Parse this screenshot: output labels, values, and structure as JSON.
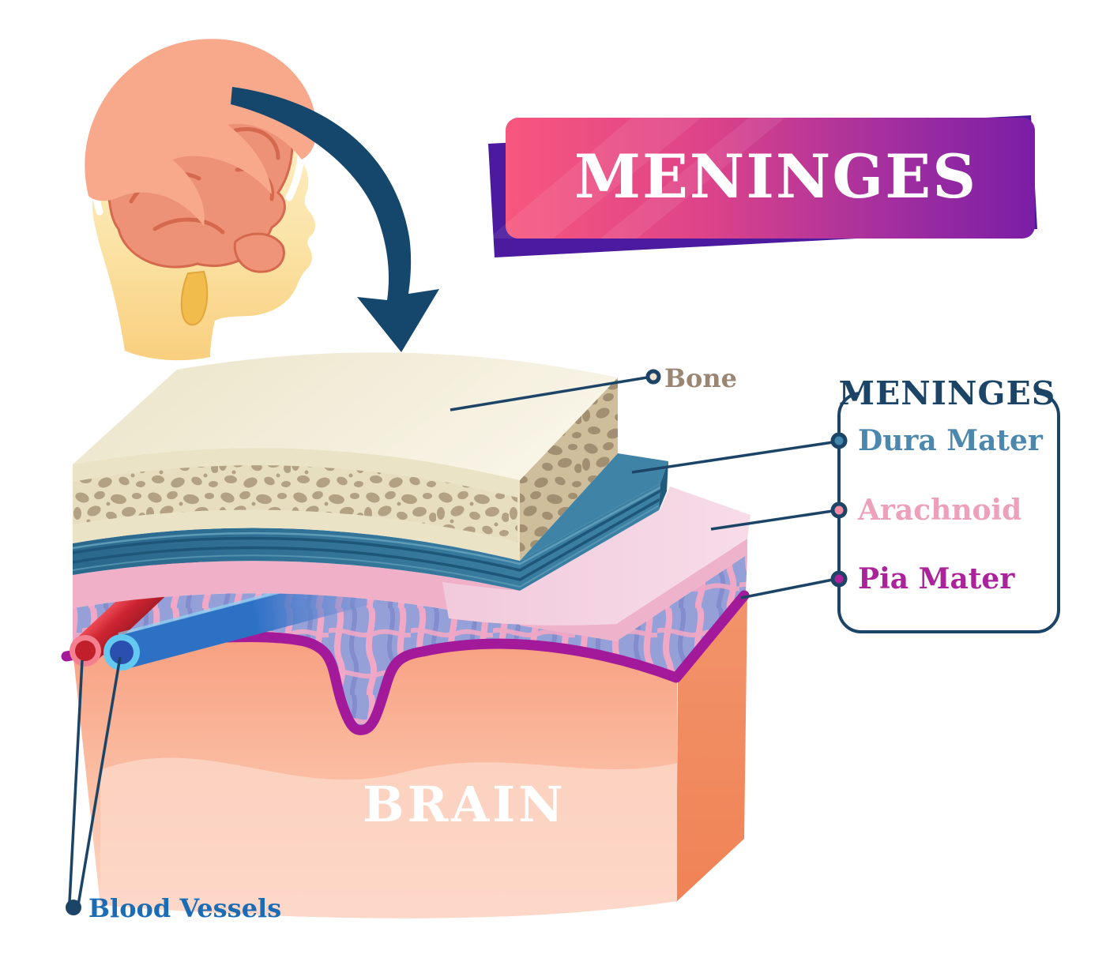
{
  "banner": {
    "title": "MENINGES"
  },
  "legend": {
    "title": "MENINGES",
    "items": [
      {
        "label": "Dura Mater",
        "color": "#4c87ae",
        "dot": "#4286ac"
      },
      {
        "label": "Arachnoid",
        "color": "#eda0bb",
        "dot": "#f58ca4"
      },
      {
        "label": "Pia Mater",
        "color": "#aa239b",
        "dot": "#ad219d"
      }
    ]
  },
  "callouts": {
    "bone": "Bone",
    "blood_vessels": "Blood Vessels",
    "brain": "BRAIN"
  },
  "layer_colors": {
    "bone": "#ebe3c6",
    "bone_sponge": "#b3a183",
    "dura": "#2f7094",
    "arachnoid": "#efb0c8",
    "subarachnoid": "#96a0d8",
    "pia": "#a21a99",
    "brain": "#f9ab8a",
    "artery": "#cd2531",
    "vein": "#2d71c5",
    "accent_navy": "#1c4466"
  }
}
